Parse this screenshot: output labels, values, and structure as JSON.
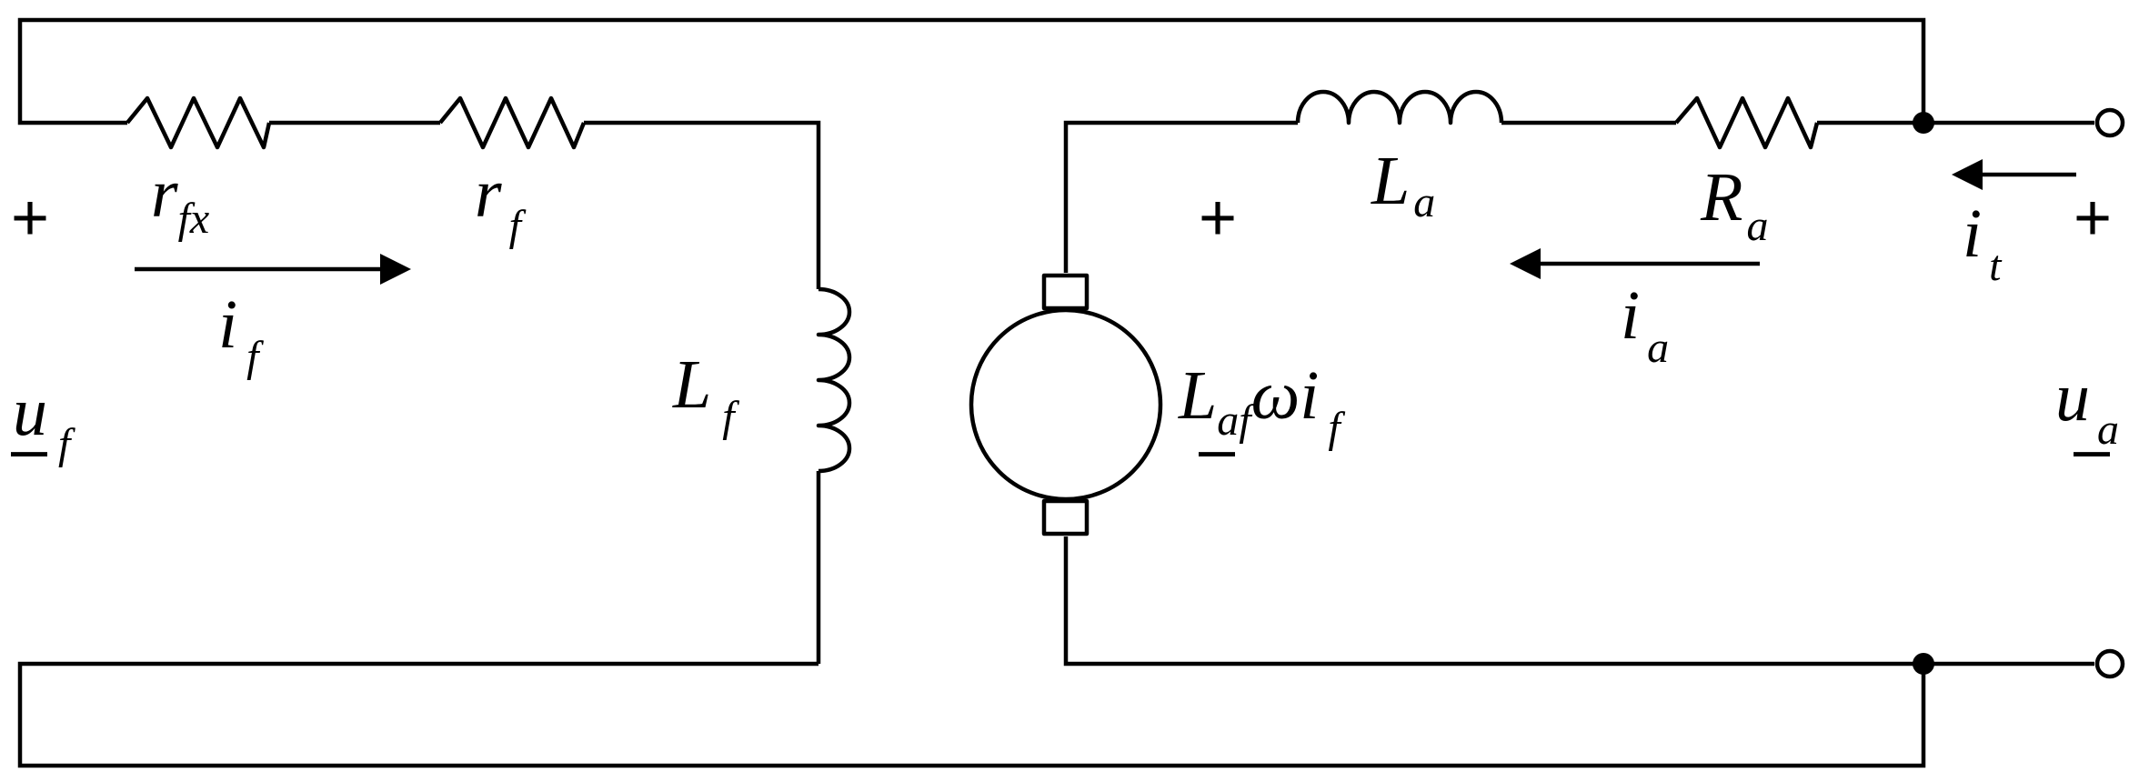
{
  "labels": {
    "r_fx": {
      "main": "r",
      "sub": "fx"
    },
    "r_f": {
      "main": "r",
      "sub": "f"
    },
    "i_f": {
      "main": "i",
      "sub": "f"
    },
    "u_f": {
      "main": "u",
      "sub": "f"
    },
    "L_f": {
      "main": "L",
      "sub": "f"
    },
    "L_a": {
      "main": "L",
      "sub": "a"
    },
    "R_a": {
      "main": "R",
      "sub": "a"
    },
    "i_a": {
      "main": "i",
      "sub": "a"
    },
    "i_t": {
      "main": "i",
      "sub": "t"
    },
    "u_a": {
      "main": "u",
      "sub": "a"
    },
    "emf": {
      "main": "L",
      "sub": "af",
      "omega": "ω",
      "i": "i",
      "i_sub": "f"
    }
  },
  "signs": {
    "plus": "+",
    "minus": "–"
  }
}
